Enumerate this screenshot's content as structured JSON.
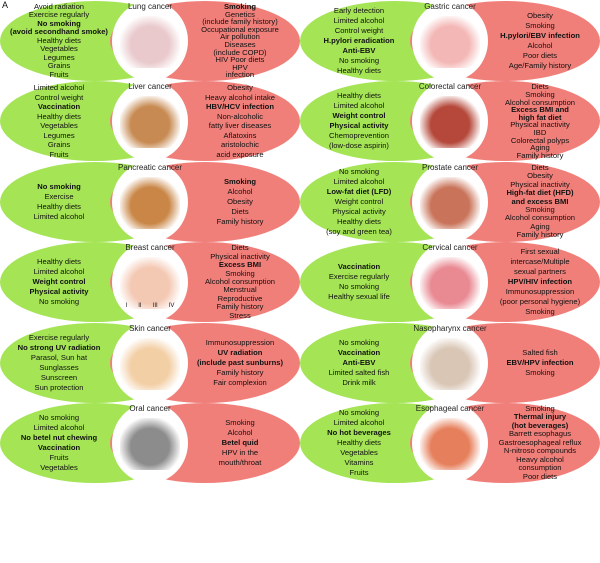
{
  "figure_label": "A",
  "colors": {
    "prevention": "#a4e455",
    "risk": "#f07f7a"
  },
  "panels": [
    {
      "title": "Lung cancer",
      "image": "lungs-image",
      "tint": "#e9c9cc",
      "prevention": [
        [
          "Avoid radiation",
          0
        ],
        [
          "Exercise regularly",
          0
        ],
        [
          "No smoking",
          1
        ],
        [
          "(avoid secondhand smoke)",
          1
        ],
        [
          "Healthy diets",
          0
        ],
        [
          "Vegetables",
          0
        ],
        [
          "Legumes",
          0
        ],
        [
          "Grains",
          0
        ],
        [
          "Fruits",
          0
        ]
      ],
      "risk": [
        [
          "Smoking",
          1
        ],
        [
          "Genetics",
          0
        ],
        [
          "(include family history)",
          0
        ],
        [
          "Occupational exposure",
          0
        ],
        [
          "Air pollution",
          0
        ],
        [
          "Diseases",
          0
        ],
        [
          "(include COPD)",
          0
        ],
        [
          "HIV    Poor diets",
          0
        ],
        [
          "HPV",
          0
        ],
        [
          "infection",
          0
        ]
      ]
    },
    {
      "title": "Gastric cancer",
      "image": "stomach-image",
      "tint": "#f3b7b5",
      "prevention": [
        [
          "Early detection",
          0
        ],
        [
          "Limited alcohol",
          0
        ],
        [
          "Control weight",
          0
        ],
        [
          "H.pylori eradication",
          1
        ],
        [
          "Anti-EBV",
          1
        ],
        [
          "No smoking",
          0
        ],
        [
          "Healthy diets",
          0
        ]
      ],
      "risk": [
        [
          "Obesity",
          0
        ],
        [
          "Smoking",
          0
        ],
        [
          "H.pylori/EBV infection",
          1
        ],
        [
          "Alcohol",
          0
        ],
        [
          "Poor diets",
          0
        ],
        [
          "Age/Family history",
          0
        ]
      ]
    },
    {
      "title": "Liver cancer",
      "image": "liver-image",
      "tint": "#c78a52",
      "prevention": [
        [
          "Limited alcohol",
          0
        ],
        [
          "Control weight",
          0
        ],
        [
          "Vaccination",
          1
        ],
        [
          "Healthy diets",
          0
        ],
        [
          "Vegetables",
          0
        ],
        [
          "Legumes",
          0
        ],
        [
          "Grains",
          0
        ],
        [
          "Fruits",
          0
        ]
      ],
      "risk": [
        [
          "Obesity",
          0
        ],
        [
          "Heavy alcohol intake",
          0
        ],
        [
          "HBV/HCV infection",
          1
        ],
        [
          "Non-alcoholic",
          0
        ],
        [
          "fatty liver diseases",
          0
        ],
        [
          "Aflatoxins",
          0
        ],
        [
          "aristolochic",
          0
        ],
        [
          "acid exposure",
          0
        ]
      ]
    },
    {
      "title": "Colorectal cancer",
      "image": "colon-image",
      "tint": "#b5483a",
      "prevention": [
        [
          "Healthy diets",
          0
        ],
        [
          "Limited alcohol",
          0
        ],
        [
          "Weight control",
          1
        ],
        [
          "Physical activity",
          1
        ],
        [
          "Chemoprevention",
          0
        ],
        [
          "(low-dose aspirin)",
          0
        ]
      ],
      "risk": [
        [
          "Diets",
          0
        ],
        [
          "Smoking",
          0
        ],
        [
          "Alcohol consumption",
          0
        ],
        [
          "Excess BMI and",
          1
        ],
        [
          "high fat diet",
          1
        ],
        [
          "Physical inactivity",
          0
        ],
        [
          "IBD",
          0
        ],
        [
          "Colorectal polyps",
          0
        ],
        [
          "Aging",
          0
        ],
        [
          "Family history",
          0
        ]
      ]
    },
    {
      "title": "Pancreatic cancer",
      "image": "pancreas-image",
      "tint": "#c98646",
      "prevention": [
        [
          "No smoking",
          1
        ],
        [
          "Exercise",
          0
        ],
        [
          "Healthy diets",
          0
        ],
        [
          "Limited alcohol",
          0
        ]
      ],
      "risk": [
        [
          "Smoking",
          1
        ],
        [
          "Alcohol",
          0
        ],
        [
          "Obesity",
          0
        ],
        [
          "Diets",
          0
        ],
        [
          "Family history",
          0
        ]
      ]
    },
    {
      "title": "Prostate cancer",
      "image": "prostate-image",
      "tint": "#c9745a",
      "prevention": [
        [
          "No smoking",
          0
        ],
        [
          "Limited alcohol",
          0
        ],
        [
          "Low-fat diet (LFD)",
          1
        ],
        [
          "Weight control",
          0
        ],
        [
          "Physical activity",
          0
        ],
        [
          "Healthy diets",
          0
        ],
        [
          "(soy and green tea)",
          0
        ]
      ],
      "risk": [
        [
          "Diets",
          0
        ],
        [
          "Obesity",
          0
        ],
        [
          "Physical inactivity",
          0
        ],
        [
          "High-fat diet (HFD)",
          1
        ],
        [
          "and excess BMI",
          1
        ],
        [
          "Smoking",
          0
        ],
        [
          "Alcohol consumption",
          0
        ],
        [
          "Aging",
          0
        ],
        [
          "Family history",
          0
        ]
      ]
    },
    {
      "title": "Breast cancer",
      "image": "breast-image",
      "tint": "#f4c9b4",
      "stages": [
        "I",
        "II",
        "III",
        "IV"
      ],
      "prevention": [
        [
          "Healthy diets",
          0
        ],
        [
          "Limited alcohol",
          0
        ],
        [
          "Weight control",
          1
        ],
        [
          "Physical activity",
          1
        ],
        [
          "No smoking",
          0
        ]
      ],
      "risk": [
        [
          "Diets",
          0
        ],
        [
          "Physical inactivity",
          0
        ],
        [
          "Excess BMI",
          1
        ],
        [
          "Smoking",
          0
        ],
        [
          "Alcohol consumption",
          0
        ],
        [
          "Menstrual",
          0
        ],
        [
          "Reproductive",
          0
        ],
        [
          "Family history",
          0
        ],
        [
          "Stress",
          0
        ]
      ]
    },
    {
      "title": "Cervical cancer",
      "image": "cervix-image",
      "tint": "#e98a93",
      "prevention": [
        [
          "Vaccination",
          1
        ],
        [
          "Exercise regularly",
          0
        ],
        [
          "No smoking",
          0
        ],
        [
          "Healthy sexual life",
          0
        ]
      ],
      "risk": [
        [
          "First sexual",
          0
        ],
        [
          "intercase/Multiple",
          0
        ],
        [
          "sexual partners",
          0
        ],
        [
          "HPV/HIV infection",
          1
        ],
        [
          "Immunosuppression",
          0
        ],
        [
          "(poor personal hygiene)",
          0
        ],
        [
          "Smoking",
          0
        ]
      ]
    },
    {
      "title": "Skin cancer",
      "image": "skin-image",
      "tint": "#f3cfa6",
      "prevention": [
        [
          "Exercise regularly",
          0
        ],
        [
          "No strong UV radiation",
          1
        ],
        [
          "Parasol, Sun hat",
          0
        ],
        [
          "Sunglasses",
          0
        ],
        [
          "Sunscreen",
          0
        ],
        [
          "Sun protection",
          0
        ]
      ],
      "risk": [
        [
          "Immunosuppression",
          0
        ],
        [
          "UV radiation",
          1
        ],
        [
          "(include past sunburns)",
          1
        ],
        [
          "Family history",
          0
        ],
        [
          "Fair complexion",
          0
        ]
      ]
    },
    {
      "title": "Nasopharynx cancer",
      "image": "nasopharynx-image",
      "tint": "#d9c6b5",
      "prevention": [
        [
          "No smoking",
          0
        ],
        [
          "Vaccination",
          1
        ],
        [
          "Anti-EBV",
          1
        ],
        [
          "Limited salted fish",
          0
        ],
        [
          "Drink milk",
          0
        ]
      ],
      "risk": [
        [
          "Salted fish",
          0
        ],
        [
          "EBV/HPV infection",
          1
        ],
        [
          "Smoking",
          0
        ]
      ]
    },
    {
      "title": "Oral cancer",
      "image": "oral-image",
      "tint": "#8c8c8c",
      "prevention": [
        [
          "No smoking",
          0
        ],
        [
          "Limited alcohol",
          0
        ],
        [
          "No betel nut chewing",
          1
        ],
        [
          "Vaccination",
          1
        ],
        [
          "Fruits",
          0
        ],
        [
          "Vegetables",
          0
        ]
      ],
      "risk": [
        [
          "Smoking",
          0
        ],
        [
          "Alcohol",
          0
        ],
        [
          "Betel quid",
          1
        ],
        [
          "HPV in the",
          0
        ],
        [
          "mouth/throat",
          0
        ]
      ]
    },
    {
      "title": "Esophageal cancer",
      "image": "esophagus-image",
      "tint": "#e6805c",
      "prevention": [
        [
          "No smoking",
          0
        ],
        [
          "Limited alcohol",
          0
        ],
        [
          "No hot beverages",
          1
        ],
        [
          "Healthy diets",
          0
        ],
        [
          "Vegetables",
          0
        ],
        [
          "Vitamins",
          0
        ],
        [
          "Fruits",
          0
        ]
      ],
      "risk": [
        [
          "Smoking",
          0
        ],
        [
          "Thermal injury",
          1
        ],
        [
          "(hot beverages)",
          1
        ],
        [
          "Barrett esophagus",
          0
        ],
        [
          "Gastroesophageal reflux",
          0
        ],
        [
          "N-nitroso compounds",
          0
        ],
        [
          "Heavy alcohol",
          0
        ],
        [
          "consumption",
          0
        ],
        [
          "Poor diets",
          0
        ]
      ]
    }
  ]
}
